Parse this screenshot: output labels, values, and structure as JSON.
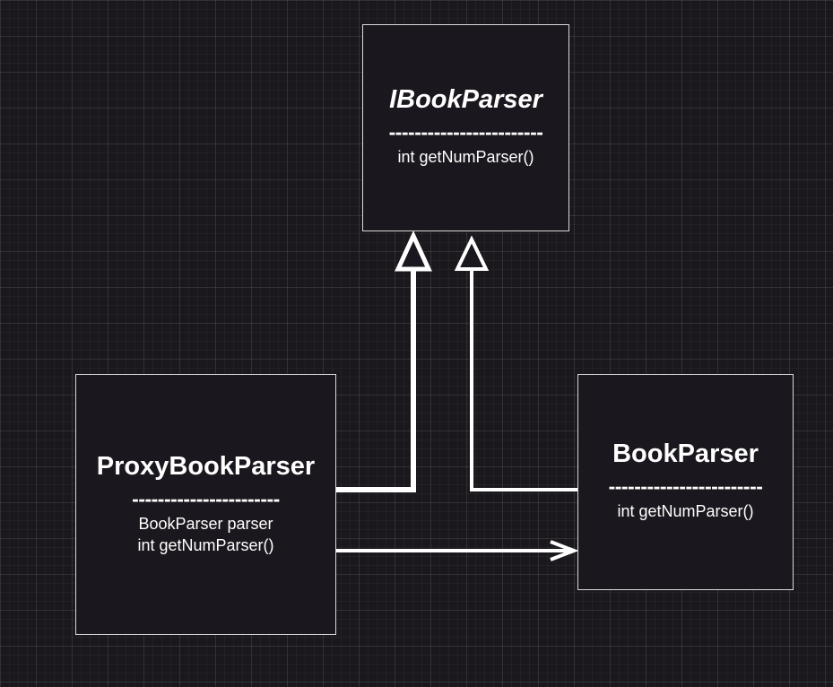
{
  "classes": {
    "ibookparser": {
      "name": "IBookParser",
      "separator": "------------------------",
      "members": [
        "int getNumParser()"
      ]
    },
    "proxy": {
      "name": "ProxyBookParser",
      "separator": "-----------------------",
      "members": [
        "BookParser parser",
        "int getNumParser()"
      ]
    },
    "bookparser": {
      "name": "BookParser",
      "separator": "------------------------",
      "members": [
        "int getNumParser()"
      ]
    }
  },
  "relationships": [
    {
      "from": "ProxyBookParser",
      "to": "IBookParser",
      "kind": "realization",
      "line": "solid"
    },
    {
      "from": "BookParser",
      "to": "IBookParser",
      "kind": "realization",
      "line": "solid"
    },
    {
      "from": "ProxyBookParser",
      "to": "BookParser",
      "kind": "association",
      "line": "solid"
    }
  ],
  "colors": {
    "background": "#1a181d",
    "box_fill": "#1b171e",
    "box_border": "#d8d8d8",
    "connector": "#ffffff"
  }
}
